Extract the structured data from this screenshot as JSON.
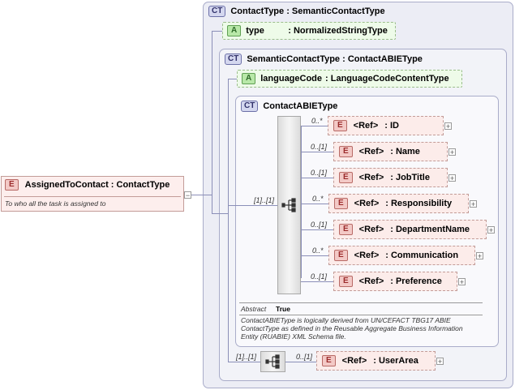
{
  "outer_ct": {
    "tag": "CT",
    "title": "ContactType : SemanticContactType"
  },
  "type_attr": {
    "tag": "A",
    "name": "type",
    "type": ": NormalizedStringType"
  },
  "semantic_ct": {
    "tag": "CT",
    "title": "SemanticContactType : ContactABIEType"
  },
  "lang_attr": {
    "tag": "A",
    "name": "languageCode",
    "type": ": LanguageCodeContentType"
  },
  "abie_ct": {
    "tag": "CT",
    "title": "ContactABIEType"
  },
  "sequence_occurrence": "[1]..[1]",
  "elements": [
    {
      "tag": "E",
      "ref": "<Ref>",
      "name": ": ID",
      "occurrence": "0..*"
    },
    {
      "tag": "E",
      "ref": "<Ref>",
      "name": ": Name",
      "occurrence": "0..[1]"
    },
    {
      "tag": "E",
      "ref": "<Ref>",
      "name": ": JobTitle",
      "occurrence": "0..[1]"
    },
    {
      "tag": "E",
      "ref": "<Ref>",
      "name": ": Responsibility",
      "occurrence": "0..*"
    },
    {
      "tag": "E",
      "ref": "<Ref>",
      "name": ": DepartmentName",
      "occurrence": "0..[1]"
    },
    {
      "tag": "E",
      "ref": "<Ref>",
      "name": ": Communication",
      "occurrence": "0..*"
    },
    {
      "tag": "E",
      "ref": "<Ref>",
      "name": ": Preference",
      "occurrence": "0..[1]"
    }
  ],
  "abstract": {
    "label": "Abstract",
    "value": "True"
  },
  "doc": [
    "ContactABIEType is logically derived from UN/CEFACT TBG17 ABIE",
    "ContactType as defined in the Reusable Aggregate Business Information",
    "Entity (RUABIE) XML Schema file."
  ],
  "userarea": {
    "sequence_occurrence": "[1]..[1]",
    "occurrence": "0..[1]",
    "tag": "E",
    "ref": "<Ref>",
    "name": ": UserArea"
  },
  "root": {
    "tag": "E",
    "title": "AssignedToContact : ContactType",
    "description": "To who all the task is assigned to"
  },
  "plus_symbol": "+",
  "minus_symbol": "−"
}
